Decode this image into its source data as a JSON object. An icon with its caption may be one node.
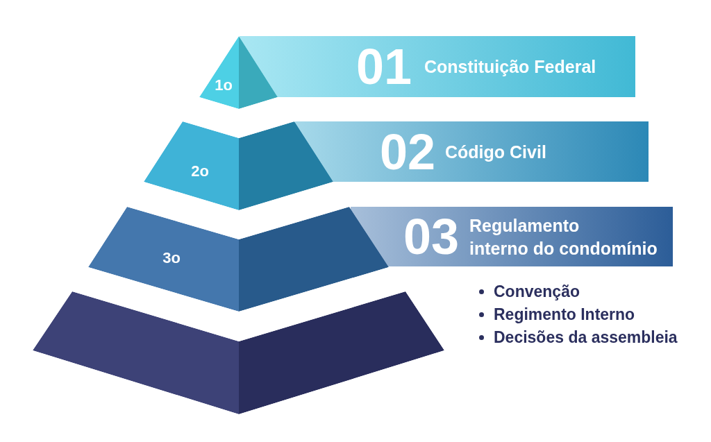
{
  "diagram": {
    "nodes": [
      {
        "text": [
          "1o"
        ]
      },
      {
        "text": [
          "01",
          "Constituição Federal"
        ]
      },
      {
        "text": [
          "2o"
        ]
      },
      {
        "text": [
          "02",
          "Código Civil"
        ]
      },
      {
        "text": [
          "3o"
        ]
      },
      {
        "text": [
          "03",
          "Regulamento interno do condomínio"
        ]
      },
      {
        "text": [],
        "shape": "trapezoid"
      }
    ],
    "labels": [
      "Convenção",
      "Regimento Interno",
      "Decisões da assembleia"
    ]
  }
}
